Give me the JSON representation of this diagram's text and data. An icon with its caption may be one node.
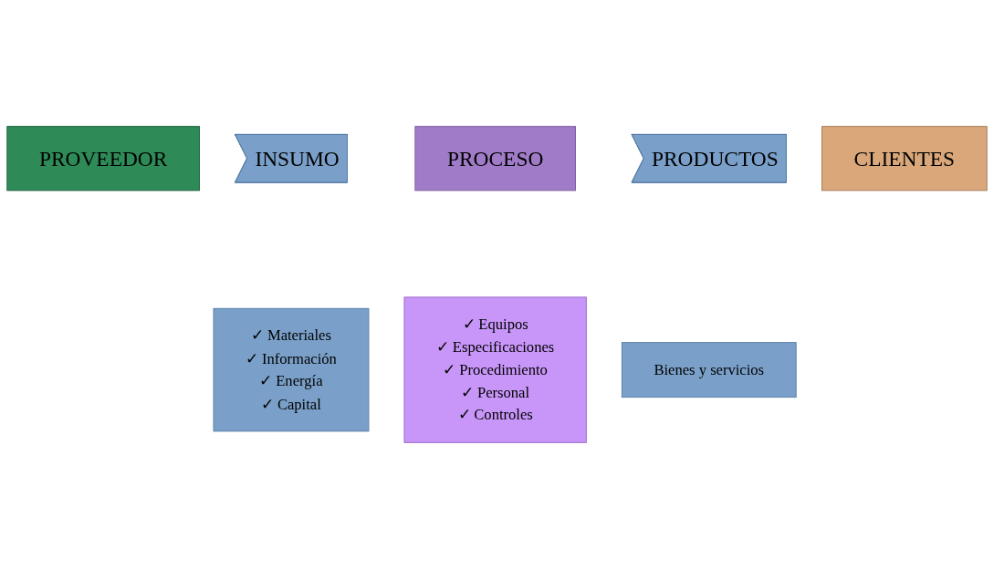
{
  "diagram": {
    "nodes": [
      {
        "text": [
          "PROVEEDOR"
        ]
      },
      {
        "text": [
          "INSUMO"
        ]
      },
      {
        "text": [
          "PROCESO"
        ]
      },
      {
        "text": [
          "PRODUCTOS"
        ]
      },
      {
        "text": [
          "CLIENTES"
        ]
      },
      {
        "text": [
          "✓ Materiales",
          "✓ Información",
          "✓ Energía",
          "✓ Capital"
        ]
      },
      {
        "text": [
          "✓ Equipos",
          "✓ Especificaciones",
          "✓ Procedimiento",
          "✓ Personal",
          "✓ Controles"
        ]
      },
      {
        "text": [
          "Bienes y servicios"
        ]
      }
    ]
  }
}
